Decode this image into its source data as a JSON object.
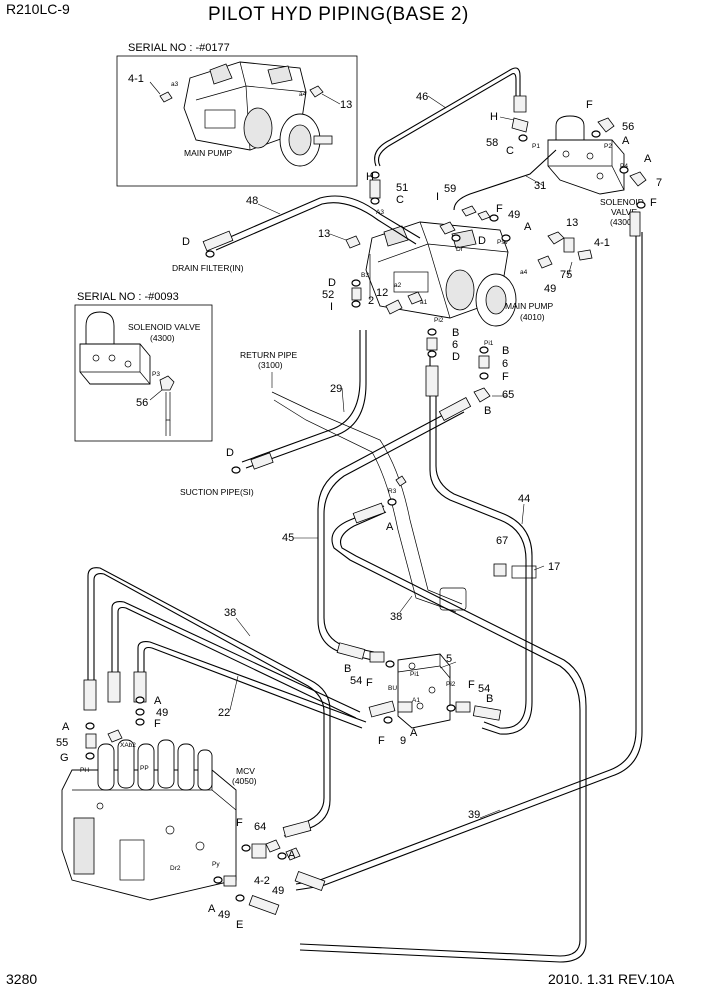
{
  "header": {
    "model": "R210LC-9",
    "title": "PILOT HYD PIPING(BASE 2)"
  },
  "footer": {
    "page": "3280",
    "revision": "2010. 1.31  REV.10A"
  },
  "inset_pump": {
    "serial": "SERIAL NO : -#0177",
    "caption": "MAIN PUMP",
    "part_a": "4-1",
    "part_b": "13",
    "port_a3": "a3",
    "port_a4": "a4"
  },
  "inset_solenoid": {
    "serial": "SERIAL NO : -#0093",
    "caption_1": "SOLENOID VALVE",
    "caption_2": "(4300)",
    "port": "P3",
    "part": "56"
  },
  "components": {
    "main_pump_1": "MAIN PUMP",
    "main_pump_2": "(4010)",
    "solenoid_1": "SOLENOID",
    "solenoid_2": "VALVE",
    "solenoid_3": "(4300)",
    "mcv_1": "MCV",
    "mcv_2": "(4050)",
    "return_pipe_1": "RETURN PIPE",
    "return_pipe_2": "(3100)",
    "drain_filter": "DRAIN FILTER(IN)",
    "suction_pipe": "SUCTION PIPE(SI)"
  },
  "ports": {
    "a3": "A3",
    "dr": "Dr",
    "psv": "Psv",
    "a4": "a4",
    "b3": "B3",
    "a2": "a2",
    "a1": "a1",
    "pi2": "Pi2",
    "pi1": "Pi1",
    "p1": "P1",
    "p2": "P2",
    "p4": "P4",
    "r3": "R3",
    "bu": "BU",
    "a1_block": "A1",
    "pi1_block": "Pi1",
    "pi2_block": "Pi2",
    "ph": "PH",
    "xab2": "XAb2",
    "pp": "PP",
    "py": "Py",
    "dr2": "Dr2"
  },
  "callouts": {
    "n46": "46",
    "n58": "58",
    "n56": "56",
    "n7": "7",
    "n31": "31",
    "n59": "59",
    "n51": "51",
    "n49a": "49",
    "n48": "48",
    "n13a": "13",
    "n13b": "13",
    "n4_1": "4-1",
    "n75": "75",
    "n49b": "49",
    "n52": "52",
    "n12": "12",
    "n2": "2",
    "n6a": "6",
    "n6b": "6",
    "n65": "65",
    "n29": "29",
    "n44": "44",
    "n45": "45",
    "n67": "67",
    "n17": "17",
    "n38a": "38",
    "n38b": "38",
    "n22": "22",
    "n5": "5",
    "n54a": "54",
    "n54b": "54",
    "n9": "9",
    "n49c": "49",
    "n55": "55",
    "n64": "64",
    "n4_2": "4-2",
    "n49d": "49",
    "n49e": "49",
    "n39": "39"
  },
  "letters": {
    "H1": "H",
    "C1": "C",
    "F1": "F",
    "A1": "A",
    "A2": "A",
    "F2": "F",
    "H2": "H",
    "C2": "C",
    "I1": "I",
    "F3": "F",
    "A3": "A",
    "D1": "D",
    "D2": "D",
    "D3": "D",
    "I2": "I",
    "B1": "B",
    "D4": "D",
    "B2": "B",
    "F4": "F",
    "B3": "B",
    "D5": "D",
    "A4": "A",
    "B4": "B",
    "F5": "F",
    "F6": "F",
    "B5": "B",
    "A5": "A",
    "A6": "A",
    "F7": "F",
    "A7": "A",
    "G1": "G",
    "F8": "F",
    "A8": "A",
    "E1": "E",
    "A9": "A"
  }
}
